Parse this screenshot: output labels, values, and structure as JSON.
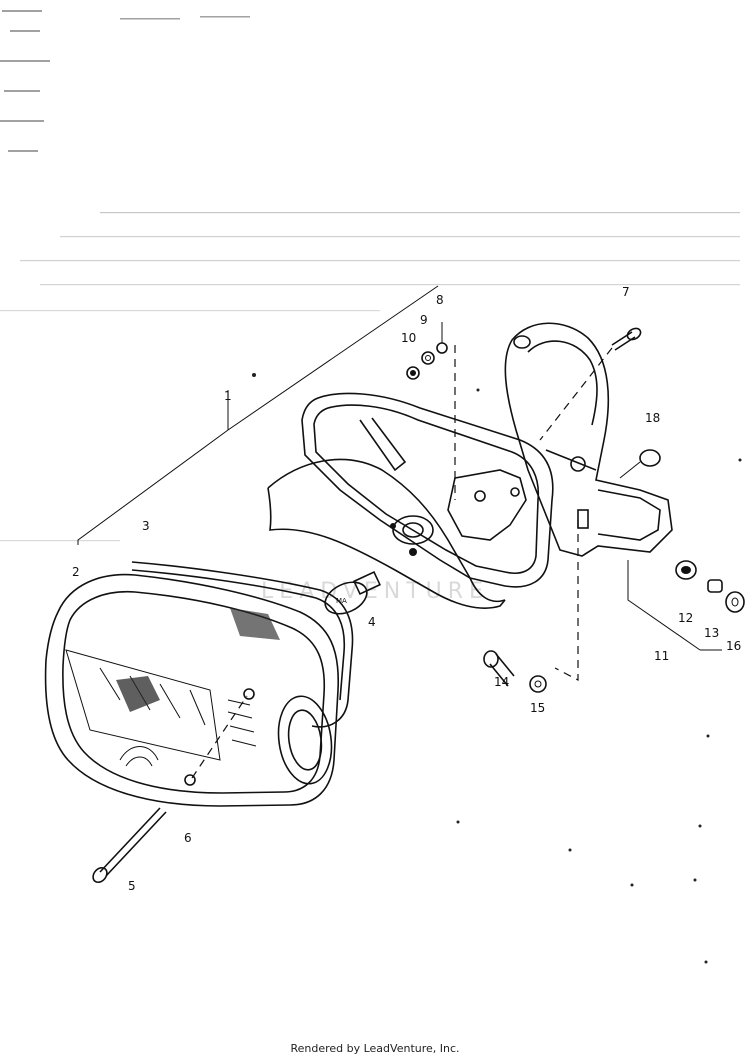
{
  "parts": [
    {
      "id": "1",
      "label": "1"
    },
    {
      "id": "2",
      "label": "2"
    },
    {
      "id": "3",
      "label": "3"
    },
    {
      "id": "4",
      "label": "4"
    },
    {
      "id": "5",
      "label": "5"
    },
    {
      "id": "6",
      "label": "6"
    },
    {
      "id": "7",
      "label": "7"
    },
    {
      "id": "8",
      "label": "8"
    },
    {
      "id": "9",
      "label": "9"
    },
    {
      "id": "10",
      "label": "10"
    },
    {
      "id": "11",
      "label": "11"
    },
    {
      "id": "12",
      "label": "12"
    },
    {
      "id": "13",
      "label": "13"
    },
    {
      "id": "14",
      "label": "14"
    },
    {
      "id": "15",
      "label": "15"
    },
    {
      "id": "16",
      "label": "16"
    },
    {
      "id": "18",
      "label": "18"
    }
  ],
  "watermark": "LEADVENTURE",
  "footer": {
    "credit": "Rendered by LeadVenture, Inc."
  }
}
